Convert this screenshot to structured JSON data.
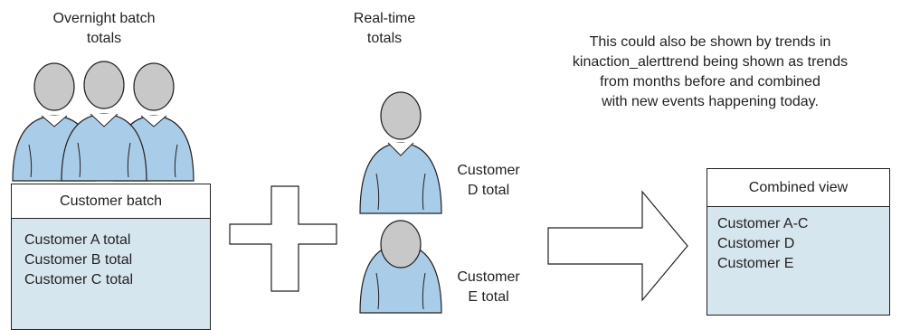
{
  "captions": {
    "overnight": [
      "Overnight batch",
      "totals"
    ],
    "realtime": [
      "Real-time",
      "totals"
    ]
  },
  "note": [
    "This could also be shown by trends in",
    "kinaction_alerttrend being shown as trends",
    "from months before and combined",
    "with new events happening today."
  ],
  "customer_d_label": [
    "Customer",
    "D total"
  ],
  "customer_e_label": [
    "Customer",
    "E total"
  ],
  "batch_panel": {
    "title": "Customer batch",
    "items": [
      "Customer A total",
      "Customer B total",
      "Customer C total"
    ]
  },
  "combined_panel": {
    "title": "Combined view",
    "items": [
      "Customer A-C",
      "Customer D",
      "Customer E"
    ]
  },
  "colors": {
    "person_body": "#a9cde9",
    "person_head": "#c8c8c8",
    "panel_fill": "#d6e6ee",
    "outline": "#231f20"
  }
}
